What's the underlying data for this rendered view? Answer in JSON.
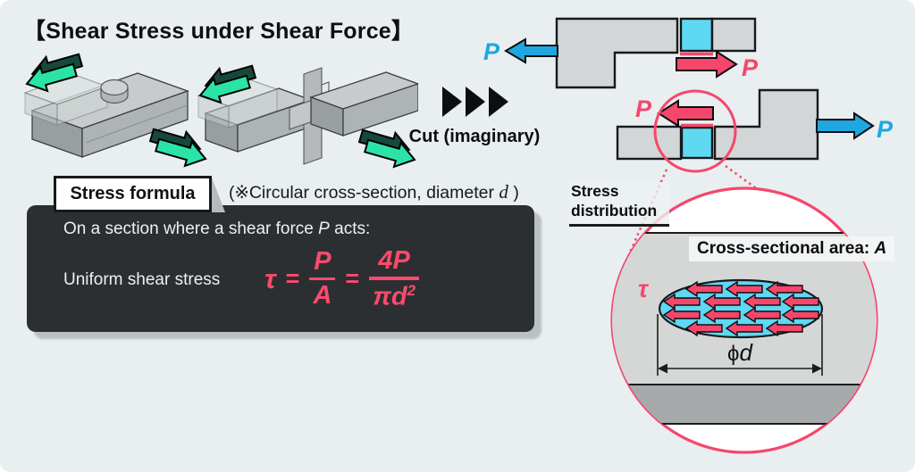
{
  "title": "【Shear Stress under Shear Force】",
  "cut": {
    "label": "Cut (imaginary)"
  },
  "note": {
    "open": "(※Circular cross-section, diameter ",
    "var": "d",
    "close": " )"
  },
  "formula_box": {
    "tab": "Stress formula",
    "line1": {
      "pre": "On a section where a shear force ",
      "var": "P",
      "post": " acts:"
    },
    "line2": "Uniform shear stress",
    "formula": {
      "tau": "τ",
      "eq1": "=",
      "num1": "P",
      "den1": "A",
      "eq2": "=",
      "num2": "4P",
      "den2": "πd",
      "den2_exp": "2"
    }
  },
  "diagram_top": {
    "left_label": "P",
    "right_label": "P"
  },
  "diagram_bottom": {
    "left_label": "P",
    "right_label": "P"
  },
  "stress_distribution": {
    "line1": "Stress",
    "line2": "distribution"
  },
  "magnifier": {
    "area_label": "Cross-sectional area: ",
    "area_var": "A",
    "tau": "τ",
    "phi": "ϕ",
    "diameter_var": "d"
  },
  "colors": {
    "background": "#e9eef0",
    "accent_red": "#f5476b",
    "accent_blue": "#1ea7e0",
    "cut_cyan": "#5fd8f2",
    "arrow_green": "#2be3a6",
    "arrow_green_dark": "#17493a",
    "panel_dark": "#2b2f32",
    "block_gray": "#d3d6d6"
  }
}
